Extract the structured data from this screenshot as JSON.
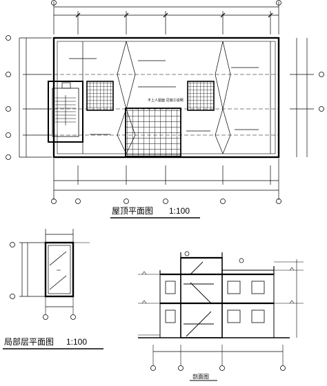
{
  "drawing": {
    "roof_plan": {
      "title": "屋顶平面图",
      "scale": "1:100",
      "note": "不上人屋面 见施工说明"
    },
    "partial_plan": {
      "title": "局部层平面图",
      "scale": "1:100"
    },
    "section": {
      "title": "剖面图"
    }
  },
  "colors": {
    "ink": "#000000",
    "paper": "#ffffff"
  }
}
